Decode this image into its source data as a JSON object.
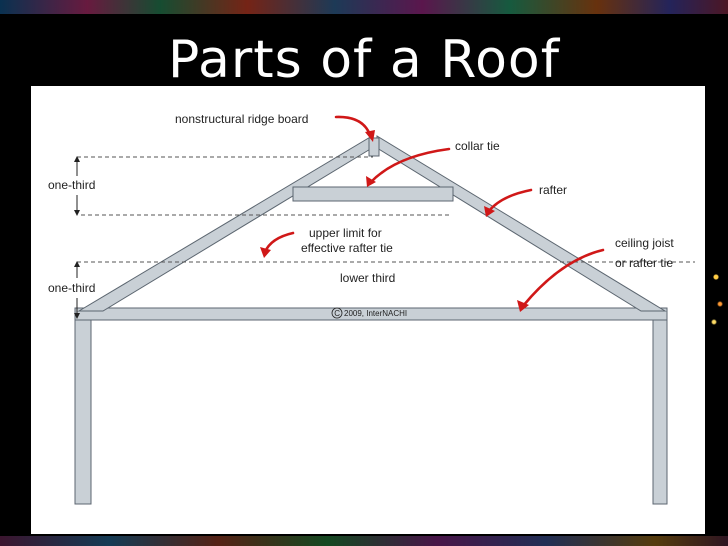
{
  "slide": {
    "title": "Parts of a Roof"
  },
  "diagram": {
    "labels": {
      "ridge_board": "nonstructural ridge board",
      "collar_tie": "collar tie",
      "rafter": "rafter",
      "upper_limit_line1": "upper limit for",
      "upper_limit_line2": "effective rafter tie",
      "lower_third": "lower third",
      "ceiling_joist_line1": "ceiling joist",
      "ceiling_joist_line2": "or rafter tie",
      "one_third_top": "one-third",
      "one_third_bottom": "one-third",
      "copyright": "2009, InterNACHI",
      "copyright_symbol": "C"
    },
    "colors": {
      "arrow": "#d01818",
      "member_fill": "#c9d0d6",
      "member_stroke": "#5c6670"
    }
  }
}
